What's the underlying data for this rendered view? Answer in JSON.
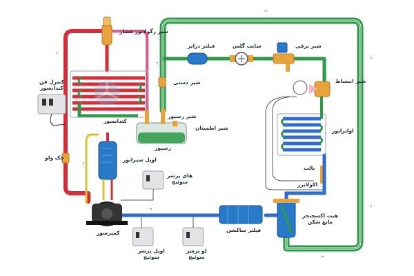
{
  "labels": {
    "pressure_regulator_valve": "شیر رگولاتور فشار",
    "condenser_fan_control": "کنترل فن\nکندانسور",
    "condenser": "کندانسور",
    "manual_valve": "شیر دستی",
    "drier_filter": "فیلتر درایر",
    "sight_glass": "سایت گلس",
    "solenoid_valve": "شیر برقی",
    "expansion_valve": "شیر انبساط",
    "receiver_valve": "شیر رسیور",
    "safety_valve": "شیر اطمینان",
    "receiver": "رسیور",
    "evaporator": "اواپراتور",
    "check_valve": "چک ولو",
    "oil_separator": "اویل سپراتور",
    "bulb": "بالب",
    "equalizer": "اکولایزر",
    "high_pressure_switch": "های پرشر\nسوئیچ",
    "compressor": "کمپرسور",
    "suction_filter": "فیلتر ساکشن",
    "heat_exchanger": "هیت اکسچنجر\nمایع شکن",
    "oil_pressure_switch": "اویل پرشر\nسوئیچ",
    "low_pressure_switch": "لو پرشر\nسوئیچ"
  },
  "colors": {
    "hot_gas_line": "#d62d3a",
    "hot_gas_line_light": "#e8578f",
    "liquid_line": "#2e9a48",
    "suction_line": "#2f6bd1",
    "oil_line": "#d9c23a",
    "equipment_blue": "#2979c9",
    "brass": "#e8a33c",
    "switch_box": "#e3e3e6"
  },
  "icons": [
    "pressure-switch-icon",
    "fan-icon",
    "gauge-icon",
    "solenoid-icon",
    "valve-icon",
    "flow-arrow-icon"
  ]
}
